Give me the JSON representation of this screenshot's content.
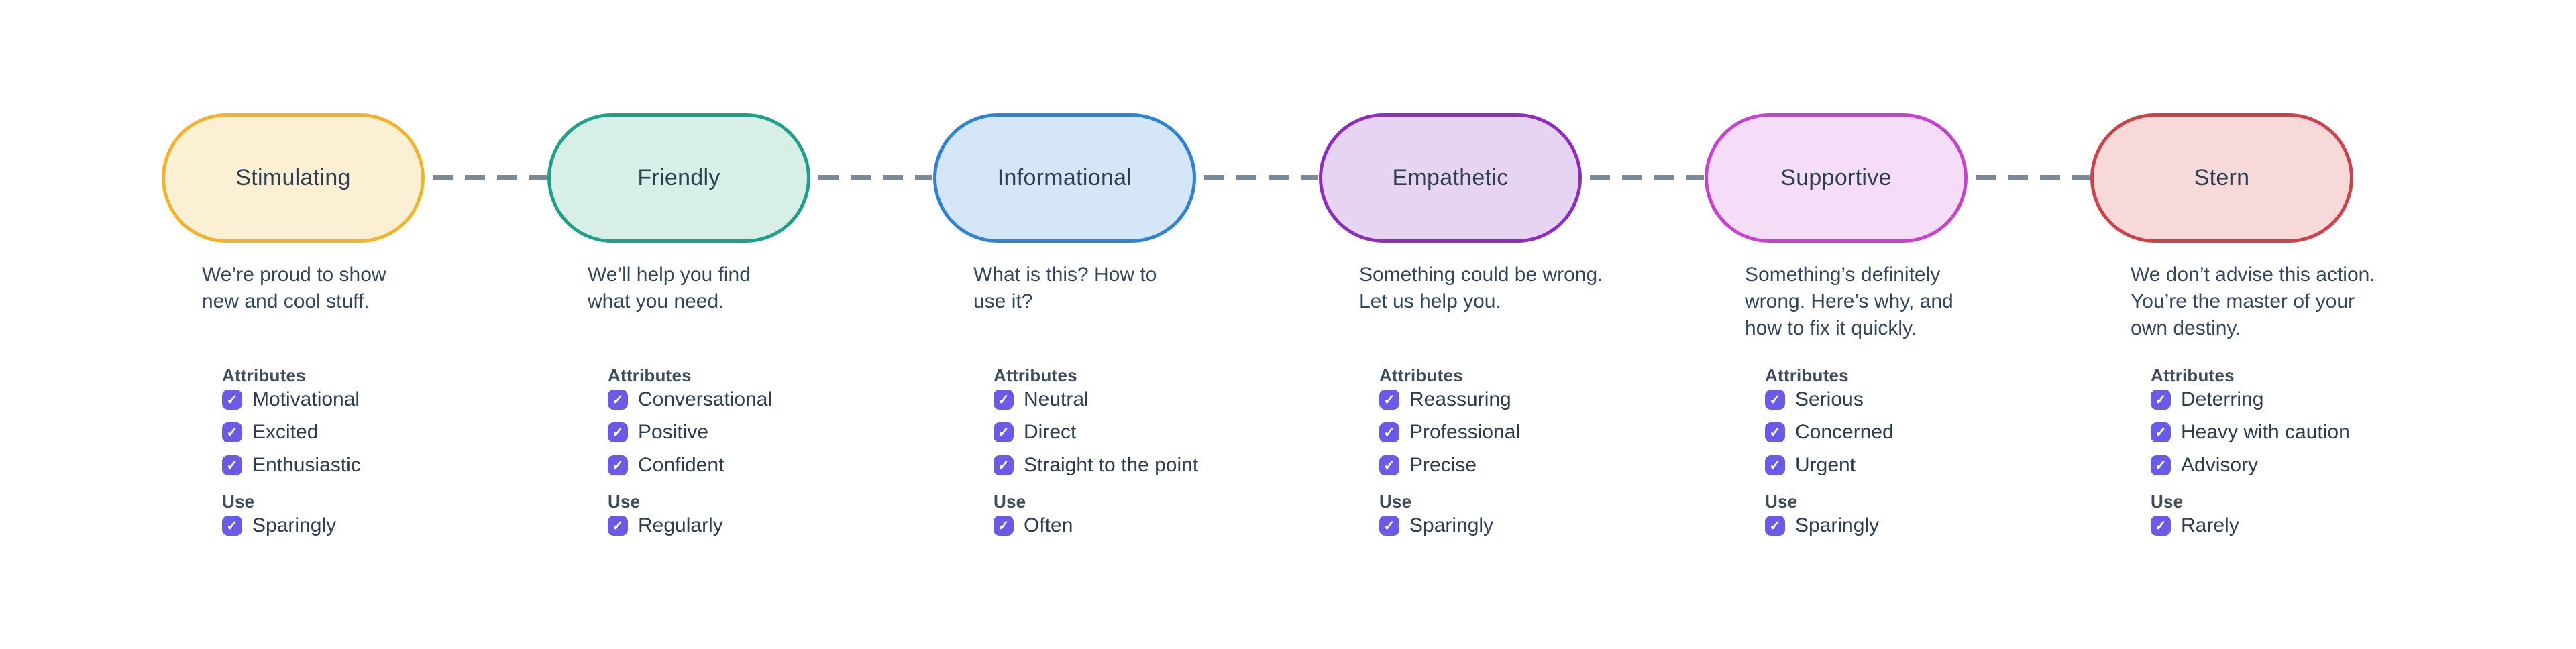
{
  "labels": {
    "attributes": "Attributes",
    "use": "Use"
  },
  "glyphs": {
    "check": "✓"
  },
  "colors": {
    "checkbox": "#6A5AE6",
    "connector": "#7C8A97",
    "text": "#2C3E50",
    "background": "#FFFFFF"
  },
  "tones": [
    {
      "name": "Stimulating",
      "description": "We’re proud to show\nnew and cool stuff.",
      "attributes": [
        "Motivational",
        "Excited",
        "Enthusiastic"
      ],
      "use": "Sparingly",
      "border": "#F2B32A",
      "fill": "#FBF0D3"
    },
    {
      "name": "Friendly",
      "description": "We’ll help you find\nwhat you need.",
      "attributes": [
        "Conversational",
        "Positive",
        "Confident"
      ],
      "use": "Regularly",
      "border": "#1AA188",
      "fill": "#D8EFE8"
    },
    {
      "name": "Informational",
      "description": "What is this? How to\nuse it?",
      "attributes": [
        "Neutral",
        "Direct",
        "Straight to the point"
      ],
      "use": "Often",
      "border": "#2E82D6",
      "fill": "#D4E6F7"
    },
    {
      "name": "Empathetic",
      "description": "Something could be wrong.\nLet us help you.",
      "attributes": [
        "Reassuring",
        "Professional",
        "Precise"
      ],
      "use": "Sparingly",
      "border": "#8E2CC2",
      "fill": "#E6D4F2"
    },
    {
      "name": "Supportive",
      "description": "Something’s definitely\nwrong. Here’s why, and\nhow to fix it quickly.",
      "attributes": [
        "Serious",
        "Concerned",
        "Urgent"
      ],
      "use": "Sparingly",
      "border": "#C93FD0",
      "fill": "#F5DCF7"
    },
    {
      "name": "Stern",
      "description": "We don’t advise this action.\nYou’re the master of your\nown destiny.",
      "attributes": [
        "Deterring",
        "Heavy with caution",
        "Advisory"
      ],
      "use": "Rarely",
      "border": "#CC4248",
      "fill": "#F7D9DA"
    }
  ]
}
